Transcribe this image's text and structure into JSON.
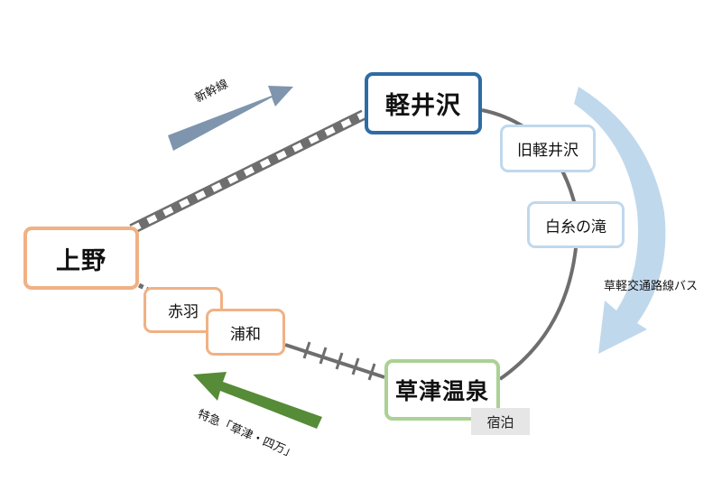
{
  "stations": {
    "karuizawa": "軽井沢",
    "ueno": "上野",
    "kusatsu_onsen": "草津温泉",
    "kyu_karuizawa": "旧軽井沢",
    "shiraito_falls": "白糸の滝",
    "akabane": "赤羽",
    "urawa": "浦和"
  },
  "badges": {
    "stay": "宿泊"
  },
  "routes": {
    "shinkansen": "新幹線",
    "bus": "草軽交通路線バス",
    "express": "特急「草津・四万」"
  },
  "colors": {
    "shinkansen_arrow": "#7f95ae",
    "bus_arrow": "#c0d8ec",
    "express_arrow": "#568b37",
    "karuizawa_border": "#2f6ba5",
    "ueno_border": "#f0b184",
    "kusatsu_border": "#abd194",
    "bus_stop_border": "#c0d8ec",
    "track": "#6e6e6e"
  }
}
